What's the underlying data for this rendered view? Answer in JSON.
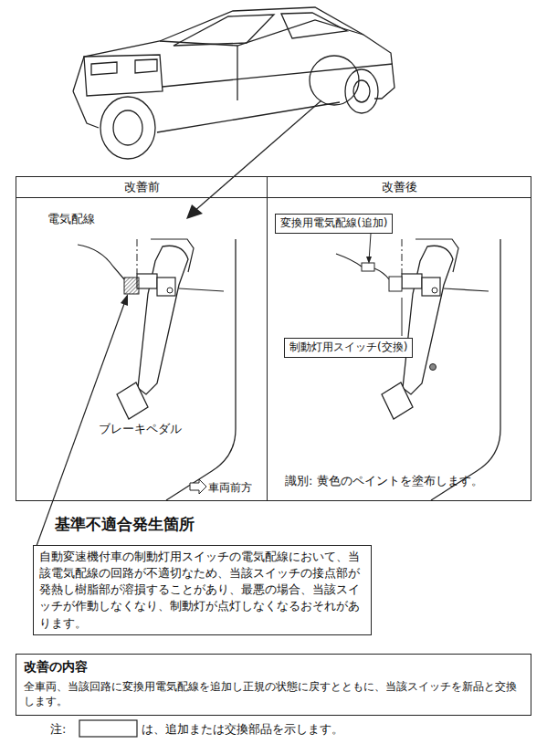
{
  "diagram": {
    "nodes": [
      {
        "text": [
          "改善前"
        ]
      },
      {
        "text": [
          "改善後"
        ]
      },
      {
        "text": [
          "変換用電気配線(追加)"
        ],
        "in": 1
      },
      {
        "text": [
          "制動灯用スイッチ(交換)"
        ],
        "in": 1
      },
      {
        "text": [
          "基準不適合発生箇所",
          "自動変速機付車の制動灯用スイッチの電気配線において、当該電気配線の回路が不適切なため、当該スイッチの接点部が発熱し樹脂部が溶損することがあり、最悪の場合、当該スイッチが作動しなくなり、制動灯が点灯しなくなるおそれがあります。"
        ]
      },
      {
        "text": [
          "改善の内容",
          "全車両、当該回路に変換用電気配線を追加し正規の状態に戻すとともに、当該スイッチを新品と交換します。"
        ]
      }
    ],
    "labels": [
      "電気配線",
      "ブレーキペダル",
      "車両前方",
      "識別: 黄色のペイントを塗布します。",
      "注:",
      "は、追加または交換部品を示します。"
    ]
  }
}
